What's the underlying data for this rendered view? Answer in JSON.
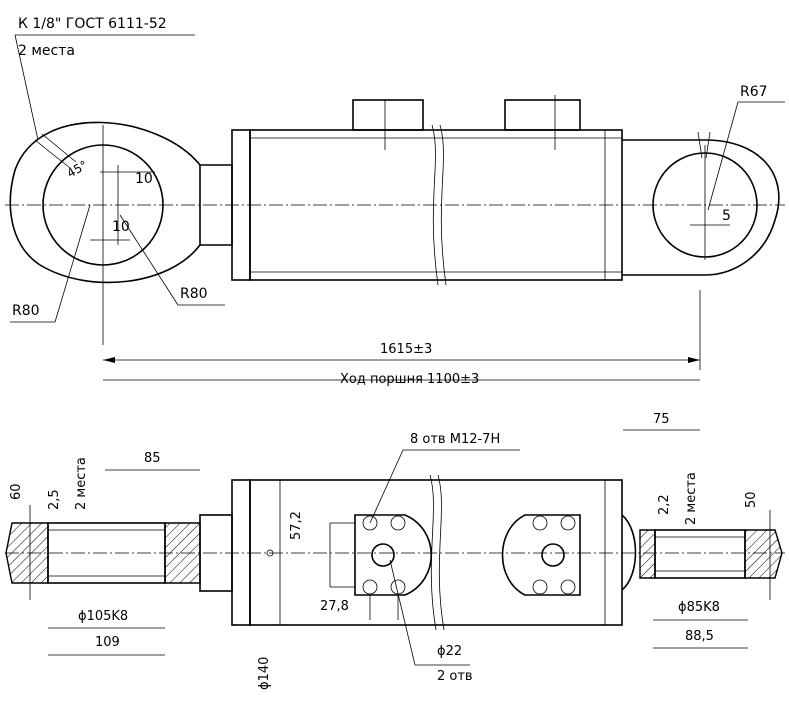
{
  "top_view": {
    "thread_note": "К 1/8\" ГОСТ 6111-52",
    "thread_qty": "2 места",
    "angle": "45°",
    "offset_a": "10",
    "offset_b": "10",
    "radius_left_outer": "R80",
    "radius_left_inner": "R80",
    "radius_right": "R67",
    "small_dim": "5",
    "overall_length": "1615±3",
    "stroke_length": "Ход поршня 1100±3"
  },
  "bottom_view": {
    "height_left": "60",
    "gap_left": "2,5",
    "gap_left_qty": "2 места",
    "length_85": "85",
    "bore_left": "ϕ105K8",
    "width_left": "109",
    "hole_note": "8 отв M12-7H",
    "pitch_v": "57,2",
    "pitch_h": "27,8",
    "port_dia": "ϕ22",
    "port_qty": "2 отв",
    "body_dia": "ϕ140",
    "length_75": "75",
    "gap_right": "2,2",
    "gap_right_qty": "2 места",
    "height_right": "50",
    "bore_right": "ϕ85K8",
    "width_right": "88,5"
  }
}
